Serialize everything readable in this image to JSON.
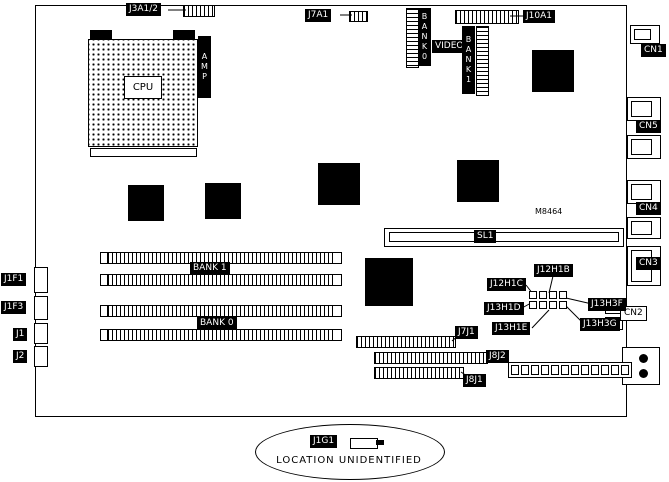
{
  "labels": {
    "j3a12": "J3A1/2",
    "j7a1": "J7A1",
    "j10a1": "J10A1",
    "bank0_vertical": "BANK0",
    "video": "VIDEO",
    "bank1_vertical": "BANK1",
    "cpu": "CPU",
    "amp": "AMP",
    "cn1": "CN1",
    "cn5": "CN5",
    "cn4": "CN4",
    "cn3": "CN3",
    "cn2": "CN2",
    "m8464": "M8464",
    "sl1": "SL1",
    "bank1_row": "BANK 1",
    "bank0_row": "BANK 0",
    "j1f1": "J1F1",
    "j1f3": "J1F3",
    "j1": "J1",
    "j2": "J2",
    "j12h1b": "J12H1B",
    "j12h1c": "J12H1C",
    "j13h1d": "J13H1D",
    "j13h3f": "J13H3F",
    "j13h1e": "J13H1E",
    "j13h3g": "J13H3G",
    "j7j1": "J7J1",
    "j8j2": "J8J2",
    "j8j1": "J8J1",
    "j1g1": "J1G1",
    "location_note": "LOCATION UNIDENTIFIED"
  },
  "colors": {
    "ink": "#000000",
    "paper": "#ffffff"
  }
}
